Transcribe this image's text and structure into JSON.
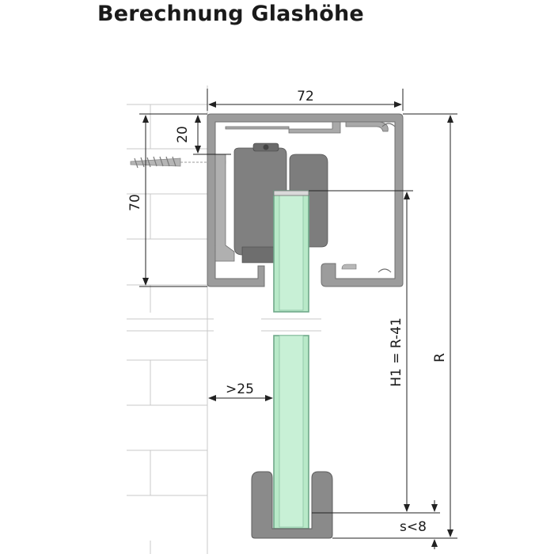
{
  "title": "Berechnung Glashöhe",
  "dimensions": {
    "width_top": "72",
    "offset_top": "20",
    "rail_height": "70",
    "wall_gap": ">25",
    "glass_height": "H1 = R-41",
    "total_height": "R",
    "floor_gap": "s<8"
  },
  "colors": {
    "profile": "#9c9c9c",
    "profile_dark": "#6f6f6f",
    "glass_fill": "#b8e9c8",
    "glass_edge": "#6fa88a",
    "wall_line": "#c9c9c9",
    "dim_line": "#222222",
    "floor_guide": "#8a8a8a"
  }
}
